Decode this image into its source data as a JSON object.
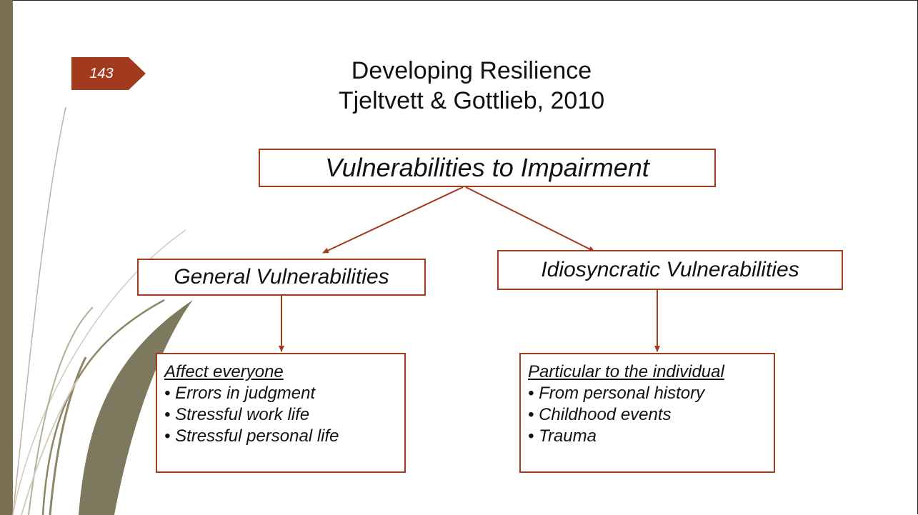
{
  "slide": {
    "page_number": "143",
    "title_line1": "Developing Resilience",
    "title_line2": "Tjeltvett & Gottlieb, 2010"
  },
  "diagram": {
    "root": "Vulnerabilities to Impairment",
    "left_branch": "General Vulnerabilities",
    "right_branch": "Idiosyncratic Vulnerabilities",
    "left_list": {
      "heading": "Affect everyone",
      "items": [
        "• Errors in judgment",
        "• Stressful work life",
        "• Stressful personal life"
      ]
    },
    "right_list": {
      "heading": "Particular to the individual",
      "items": [
        "• From personal history",
        "• Childhood events",
        "• Trauma"
      ]
    }
  },
  "colors": {
    "accent": "#a23a1e",
    "sidebar": "#7a7052"
  }
}
